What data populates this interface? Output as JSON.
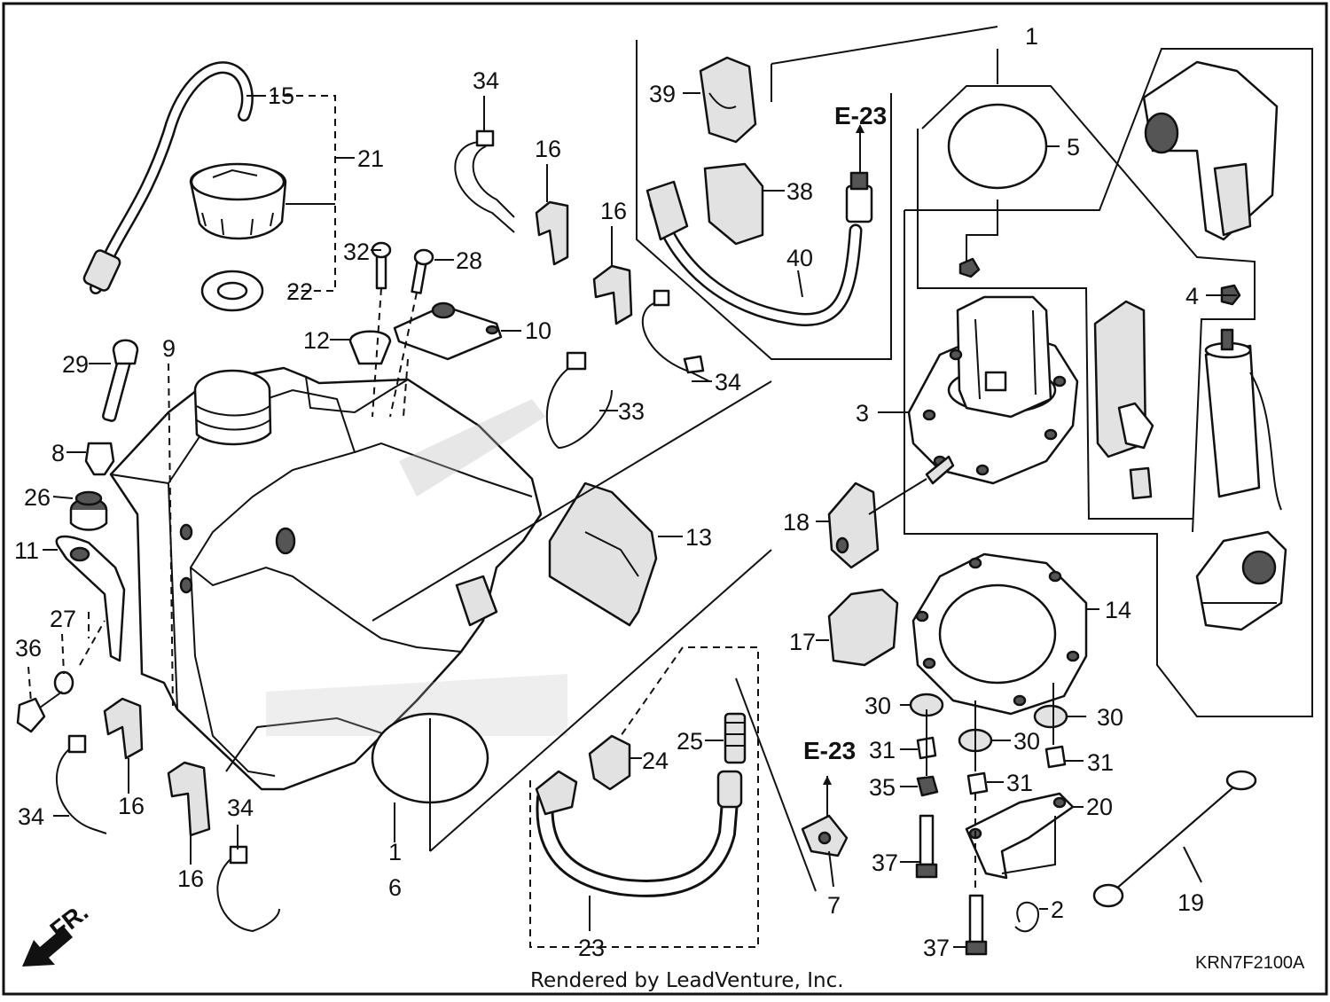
{
  "diagram": {
    "callouts": [
      "E-23",
      "E-23"
    ],
    "direction_label": "FR.",
    "credit": "Rendered by LeadVenture, Inc.",
    "code": "KRN7F2100A",
    "labels": {
      "p1_top": "1",
      "p1_bottom": "1",
      "p2": "2",
      "p3": "3",
      "p4": "4",
      "p5": "5",
      "p6": "6",
      "p7": "7",
      "p8": "8",
      "p9": "9",
      "p10": "10",
      "p11": "11",
      "p12": "12",
      "p13": "13",
      "p14": "14",
      "p15": "15",
      "p16_a": "16",
      "p16_b": "16",
      "p16_c": "16",
      "p16_d": "16",
      "p17": "17",
      "p18": "18",
      "p19": "19",
      "p20": "20",
      "p21": "21",
      "p22": "22",
      "p23": "23",
      "p24": "24",
      "p25": "25",
      "p26": "26",
      "p27": "27",
      "p28": "28",
      "p29": "29",
      "p30_a": "30",
      "p30_b": "30",
      "p30_c": "30",
      "p31_a": "31",
      "p31_b": "31",
      "p31_c": "31",
      "p32": "32",
      "p33": "33",
      "p34_a": "34",
      "p34_b": "34",
      "p34_c": "34",
      "p34_d": "34",
      "p35": "35",
      "p36": "36",
      "p37_a": "37",
      "p37_b": "37",
      "p38": "38",
      "p39": "39",
      "p40": "40"
    }
  }
}
